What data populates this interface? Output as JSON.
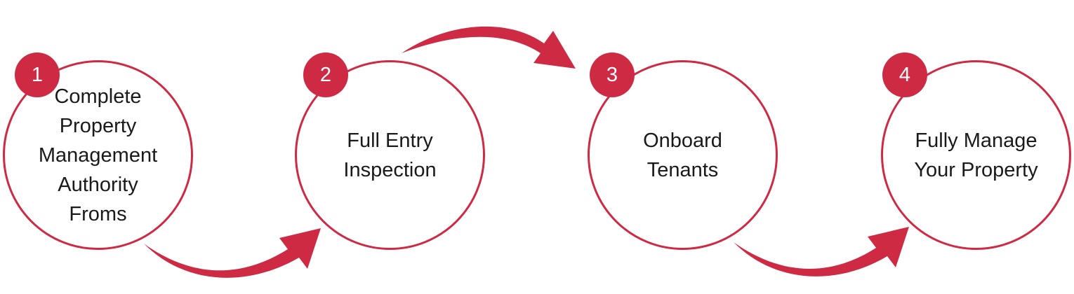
{
  "accent_color": "#cf2a44",
  "text_color": "#1a1a1a",
  "steps": [
    {
      "number": "1",
      "label": "Complete\nProperty\nManagement\nAuthority\nFroms"
    },
    {
      "number": "2",
      "label": "Full Entry\nInspection"
    },
    {
      "number": "3",
      "label": "Onboard\nTenants"
    },
    {
      "number": "4",
      "label": "Fully Manage\nYour Property"
    }
  ]
}
